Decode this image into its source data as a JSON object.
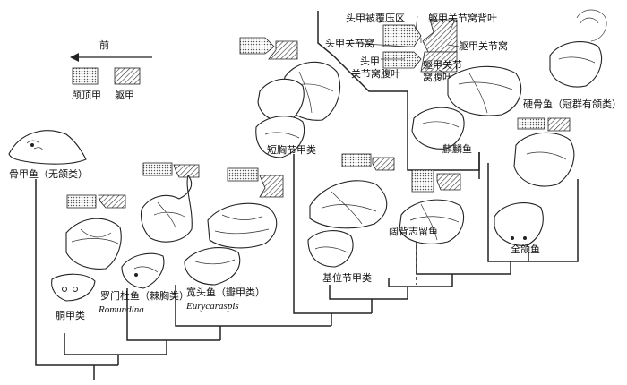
{
  "legend": {
    "front_label": "前",
    "skull_roof_label": "颅顶甲",
    "trunk_armor_label": "躯甲"
  },
  "joint_labels": {
    "overlap_area": "头甲被覆压区",
    "trunk_joint_dorsal_lobe": "躯甲关节窝背叶",
    "head_joint_socket": "头甲关节窝",
    "trunk_joint_socket": "躯甲关节窝",
    "head_joint_ventral_lobe_1": "头甲",
    "head_joint_ventral_lobe_2": "关节窝腹叶",
    "trunk_joint_ventral_lobe_1": "躯甲关节",
    "trunk_joint_ventral_lobe_2": "窝腹叶"
  },
  "taxa": {
    "osteostraci": "骨甲鱼（无颌类）",
    "antiarchi": "胴甲类",
    "romundina_cn": "罗门杜鱼（棘胸类）",
    "romundina_latin": "Romundina",
    "eurycaraspis_cn": "宽头鱼（瓣甲类）",
    "eurycaraspis_latin": "Eurycaraspis",
    "brachythoraci": "短胸节甲类",
    "basal_arthrodira": "基位节甲类",
    "entelognathus": "阔背志留鱼",
    "qilinyu": "麒麟鱼",
    "osteichthyes": "硬骨鱼（冠群有颌类）",
    "quanyu": "全颌鱼"
  },
  "colors": {
    "line": "#222222",
    "stipple": "#555555",
    "hatch": "#333333",
    "background": "#ffffff"
  }
}
